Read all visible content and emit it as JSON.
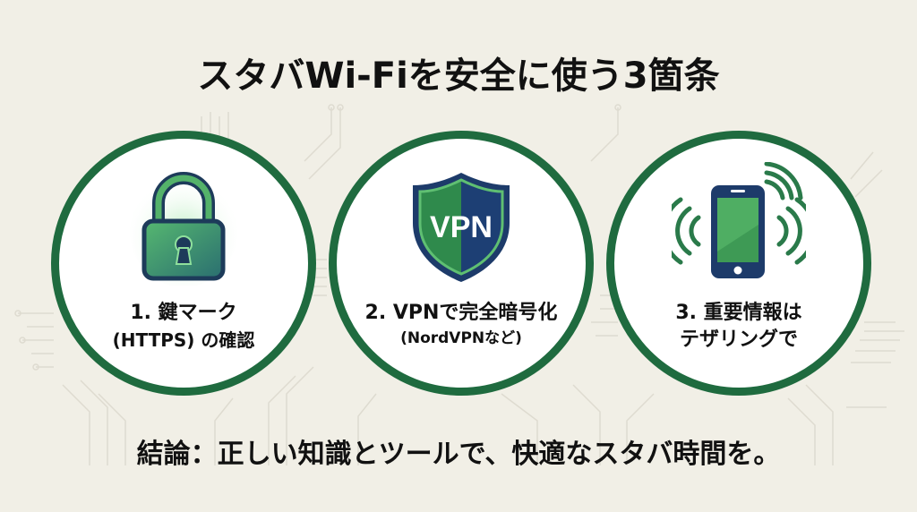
{
  "title": "スタバWi-Fiを安全に使う3箇条",
  "colors": {
    "background": "#f1efe6",
    "ring": "#1f6b3f",
    "green": "#3e9a55",
    "navy": "#1d3b6a"
  },
  "cards": [
    {
      "icon": "padlock-icon",
      "line1": "1. 鍵マーク",
      "line2": "(HTTPS) の確認"
    },
    {
      "icon": "vpn-shield-icon",
      "icon_text": "VPN",
      "line1": "2. VPNで完全暗号化",
      "line2": "(NordVPNなど)"
    },
    {
      "icon": "smartphone-signal-icon",
      "line1": "3. 重要情報は",
      "line2": "テザリングで"
    }
  ],
  "conclusion": "結論：正しい知識とツールで、快適なスタバ時間を。"
}
